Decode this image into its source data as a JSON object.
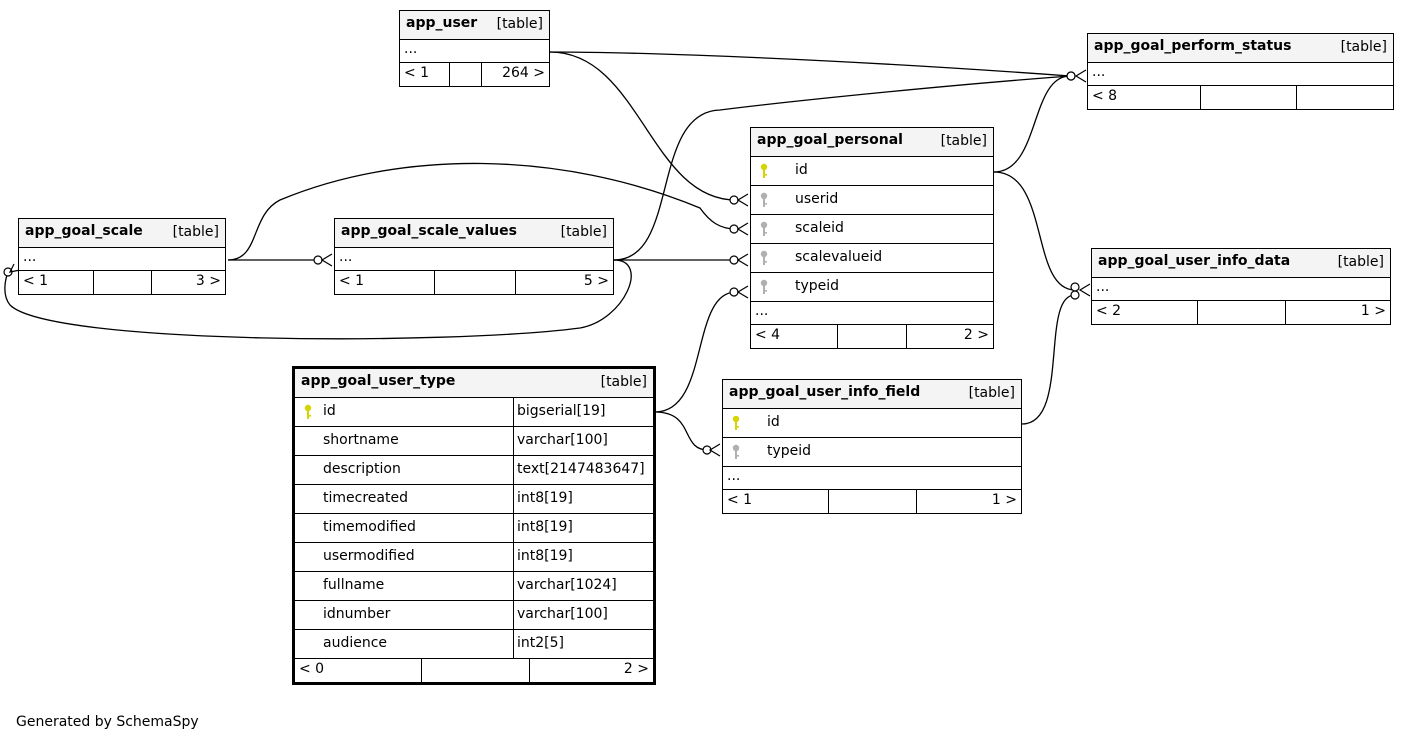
{
  "tables": {
    "app_user": {
      "name": "app_user",
      "type": "[table]",
      "rows": [
        "..."
      ],
      "footer": [
        "< 1",
        "",
        "264 >"
      ]
    },
    "app_goal_perform_status": {
      "name": "app_goal_perform_status",
      "type": "[table]",
      "rows": [
        "..."
      ],
      "footer": [
        "< 8",
        "",
        ""
      ]
    },
    "app_goal_personal": {
      "name": "app_goal_personal",
      "type": "[table]",
      "columns": [
        {
          "name": "id",
          "key": "primary"
        },
        {
          "name": "userid",
          "key": "foreign"
        },
        {
          "name": "scaleid",
          "key": "foreign"
        },
        {
          "name": "scalevalueid",
          "key": "foreign"
        },
        {
          "name": "typeid",
          "key": "foreign"
        }
      ],
      "more": "...",
      "footer": [
        "< 4",
        "",
        "2 >"
      ]
    },
    "app_goal_scale": {
      "name": "app_goal_scale",
      "type": "[table]",
      "rows": [
        "..."
      ],
      "footer": [
        "< 1",
        "",
        "3 >"
      ]
    },
    "app_goal_scale_values": {
      "name": "app_goal_scale_values",
      "type": "[table]",
      "rows": [
        "..."
      ],
      "footer": [
        "< 1",
        "",
        "5 >"
      ]
    },
    "app_goal_user_info_data": {
      "name": "app_goal_user_info_data",
      "type": "[table]",
      "rows": [
        "..."
      ],
      "footer": [
        "< 2",
        "",
        "1 >"
      ]
    },
    "app_goal_user_type": {
      "name": "app_goal_user_type",
      "type": "[table]",
      "columns": [
        {
          "name": "id",
          "type": "bigserial[19]",
          "key": "primary"
        },
        {
          "name": "shortname",
          "type": "varchar[100]"
        },
        {
          "name": "description",
          "type": "text[2147483647]"
        },
        {
          "name": "timecreated",
          "type": "int8[19]"
        },
        {
          "name": "timemodified",
          "type": "int8[19]"
        },
        {
          "name": "usermodified",
          "type": "int8[19]"
        },
        {
          "name": "fullname",
          "type": "varchar[1024]"
        },
        {
          "name": "idnumber",
          "type": "varchar[100]"
        },
        {
          "name": "audience",
          "type": "int2[5]"
        }
      ],
      "footer": [
        "< 0",
        "",
        "2 >"
      ]
    },
    "app_goal_user_info_field": {
      "name": "app_goal_user_info_field",
      "type": "[table]",
      "columns": [
        {
          "name": "id",
          "key": "primary"
        },
        {
          "name": "typeid",
          "key": "foreign"
        }
      ],
      "more": "...",
      "footer": [
        "< 1",
        "",
        "1 >"
      ]
    }
  },
  "colors": {
    "primary_key": "#d4d400",
    "foreign_key": "#b0b0b0",
    "header_bg": "#f4f4f4"
  },
  "credit": "Generated by SchemaSpy"
}
